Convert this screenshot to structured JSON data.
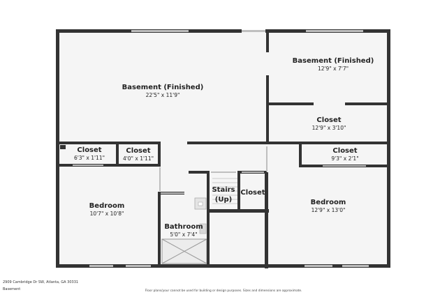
{
  "rooms": {
    "basement_main": {
      "name": "Basement (Finished)",
      "dim": "22'5\" x 11'9\""
    },
    "basement_right": {
      "name": "Basement (Finished)",
      "dim": "12'9\" x 7'7\""
    },
    "closet_right_mid": {
      "name": "Closet",
      "dim": "12'9\" x 3'10\""
    },
    "closet_left_1": {
      "name": "Closet",
      "dim": "6'3\" x 1'11\""
    },
    "closet_left_2": {
      "name": "Closet",
      "dim": "4'0\" x 1'11\""
    },
    "closet_right_small": {
      "name": "Closet",
      "dim": "9'3\" x 2'1\""
    },
    "stairs": {
      "name": "Stairs",
      "sub": "(Up)"
    },
    "closet_center": {
      "name": "Closet"
    },
    "bedroom_left": {
      "name": "Bedroom",
      "dim": "10'7\" x 10'8\""
    },
    "bedroom_right": {
      "name": "Bedroom",
      "dim": "12'9\" x 13'0\""
    },
    "bathroom": {
      "name": "Bathroom",
      "dim": "5'0\" x 7'4\""
    }
  },
  "footer": {
    "address": "2909 Cambridge Dr SW, Atlanta, GA 30331",
    "level": "Basement",
    "disclaimer": "Floor plans/your cannot be used for building or design purposes. Sizes and dimensions are approximate."
  },
  "colors": {
    "wall": "#333333",
    "floor": "#f4f4f4",
    "window": "#bfbfbf"
  }
}
